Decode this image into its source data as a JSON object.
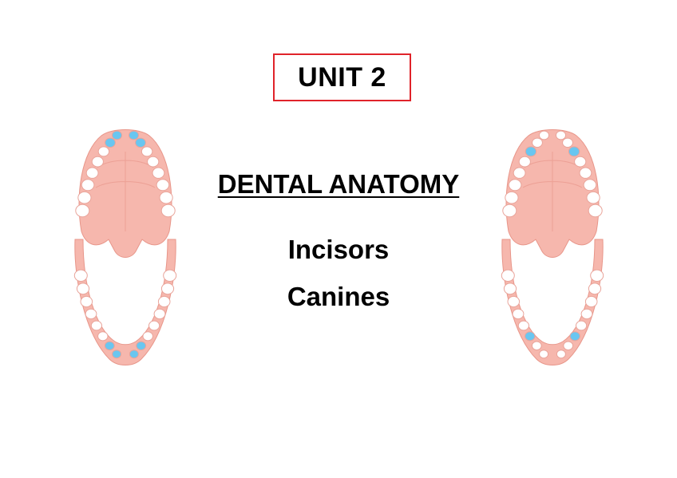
{
  "slide": {
    "unit_label": "UNIT 2",
    "title": "DENTAL ANATOMY",
    "topics": [
      "Incisors",
      "Canines"
    ]
  },
  "illustrations": [
    {
      "name": "jaw-diagram-incisors-highlighted",
      "highlight": "incisors"
    },
    {
      "name": "jaw-diagram-canines-highlighted",
      "highlight": "canines"
    }
  ],
  "colors": {
    "unit_border": "#e0232a",
    "gum": "#f6b7ad",
    "gum_dark": "#e8968a",
    "tooth": "#ffffff",
    "tooth_outline": "#e9a49a",
    "highlight": "#69c6f0"
  }
}
